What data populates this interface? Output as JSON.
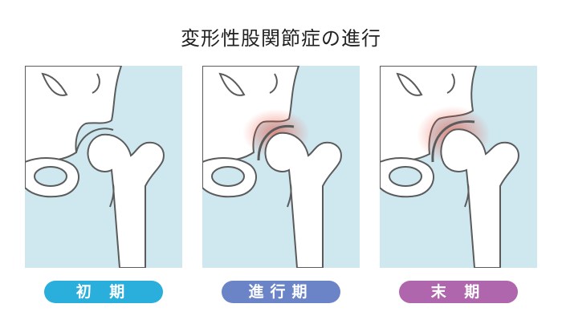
{
  "title": "変形性股関節症の進行",
  "stages": [
    {
      "label": "初 期",
      "color": "#2aaedb"
    },
    {
      "label": "進行期",
      "color": "#6b84c7"
    },
    {
      "label": "末 期",
      "color": "#b066ad"
    }
  ],
  "colors": {
    "background_fluid": "#cfe8f0",
    "bone_outline": "#5b5b5b",
    "inflammation": "#e8402a"
  }
}
